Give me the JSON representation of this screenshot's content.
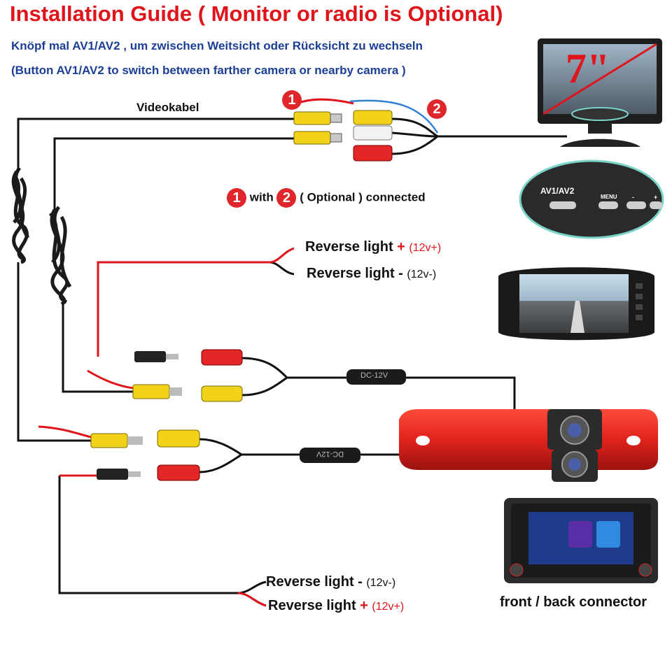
{
  "title": "Installation Guide ( Monitor or radio is Optional)",
  "subtitle_de": "Knöpf mal AV1/AV2 , um zwischen Weitsicht oder Rücksicht zu wechseln",
  "subtitle_en": "(Button AV1/AV2 to switch between farther camera or nearby camera )",
  "videokabel_label": "Videokabel",
  "badge_1": "1",
  "badge_2": "2",
  "optional_note": {
    "with": "with",
    "rest": "( Optional ) connected"
  },
  "monitor": {
    "size_label": "7\"",
    "av_button_label": "AV1/AV2",
    "menu_label": "MENU",
    "minus_label": "-",
    "plus_label": "+"
  },
  "top_reverse": {
    "plus": {
      "label": "Reverse light",
      "sign": "+",
      "volt": "(12v+)"
    },
    "minus": {
      "label": "Reverse light",
      "sign": "-",
      "volt": "(12v-)"
    }
  },
  "bottom_reverse": {
    "minus": {
      "label": "Reverse light",
      "sign": "-",
      "volt": "(12v-)"
    },
    "plus": {
      "label": "Reverse light",
      "sign": "+",
      "volt": "(12v+)"
    }
  },
  "dc_box_label": "DC-12V",
  "radio_caption": "front / back connector",
  "colors": {
    "title_red": "#e0141b",
    "subtitle_blue": "#1c3f94",
    "wire_black": "#111111",
    "wire_red": "#e0141b",
    "wire_blue": "#2f7fd6",
    "rca_yellow": "#f3d21a",
    "rca_white": "#f2f2f2",
    "rca_red": "#e32626",
    "camera_housing": "#e0231d"
  }
}
